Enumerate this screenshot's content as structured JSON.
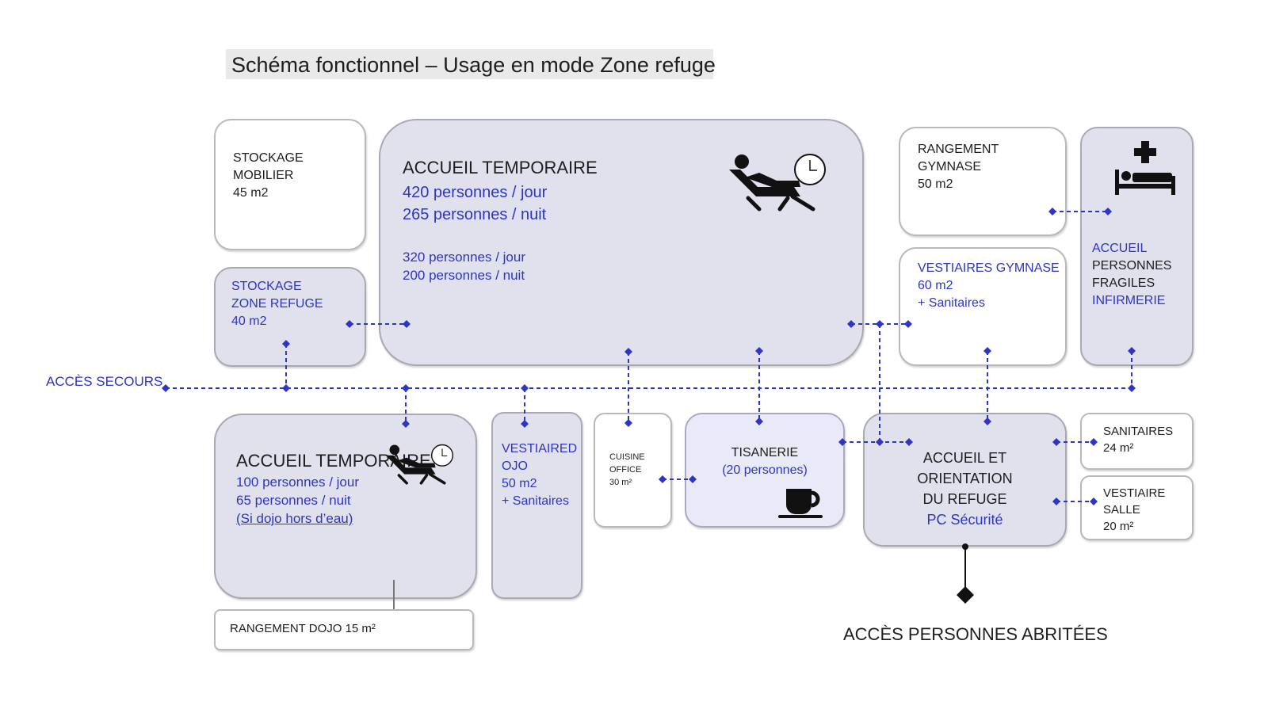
{
  "title": "Schéma fonctionnel – Usage en mode Zone refuge",
  "colors": {
    "connector": "#2c35c4",
    "accent_text": "#2c35c4",
    "shaded_box": "#e1e1ee",
    "light_box": "#e9e9f8"
  },
  "acces_secours": "ACCÈS SECOURS",
  "acces_abritees": "ACCÈS PERSONNES ABRITÉES",
  "rooms": {
    "stockage_mobilier": {
      "l1": "STOCKAGE",
      "l2": "MOBILIER",
      "l3": "45 m2"
    },
    "stockage_zone_refuge": {
      "l1": "STOCKAGE",
      "l2": "ZONE REFUGE",
      "l3": "40 m2"
    },
    "accueil_temporaire_main": {
      "title": "ACCUEIL TEMPORAIRE",
      "l1": "420 personnes / jour",
      "l2": "265 personnes / nuit",
      "l3": "320 personnes / jour",
      "l4": "200 personnes / nuit",
      "icon": "lounge-chair-clock-icon"
    },
    "rangement_gymnase": {
      "l1": "RANGEMENT",
      "l2": "GYMNASE",
      "l3": "50 m2"
    },
    "vestiaires_gymnase": {
      "l1": "VESTIAIRES GYMNASE",
      "l2": "60 m2",
      "l3": "+ Sanitaires"
    },
    "accueil_fragiles": {
      "l1": "ACCUEIL",
      "l2": "PERSONNES",
      "l3": "FRAGILES",
      "l4": "INFIRMERIE",
      "icon": "medical-bed-icon"
    },
    "accueil_temporaire_dojo": {
      "title": "ACCUEIL TEMPORAIRE",
      "l1": "100 personnes / jour",
      "l2": "65 personnes / nuit",
      "l3": "(Si dojo hors d’eau)",
      "icon": "lounge-chair-clock-icon"
    },
    "rangement_dojo": {
      "l1": "RANGEMENT DOJO 15 m²"
    },
    "vestiaire_dojo": {
      "l1": "VESTIAIRED",
      "l2": "OJO",
      "l3": "50 m2",
      "l4": "+ Sanitaires"
    },
    "cuisine": {
      "l1": "CUISINE",
      "l2": "OFFICE",
      "l3": "30 m²"
    },
    "tisanerie": {
      "l1": "TISANERIE",
      "l2": "(20 personnes)",
      "icon": "coffee-cup-icon"
    },
    "accueil_orientation": {
      "l1": "ACCUEIL ET",
      "l2": "ORIENTATION",
      "l3": "DU REFUGE",
      "l4": "PC Sécurité"
    },
    "sanitaires": {
      "l1": "SANITAIRES",
      "l2": "24 m²"
    },
    "vestiaire_salle": {
      "l1": "VESTIAIRE",
      "l2": "SALLE",
      "l3": "20 m²"
    }
  }
}
